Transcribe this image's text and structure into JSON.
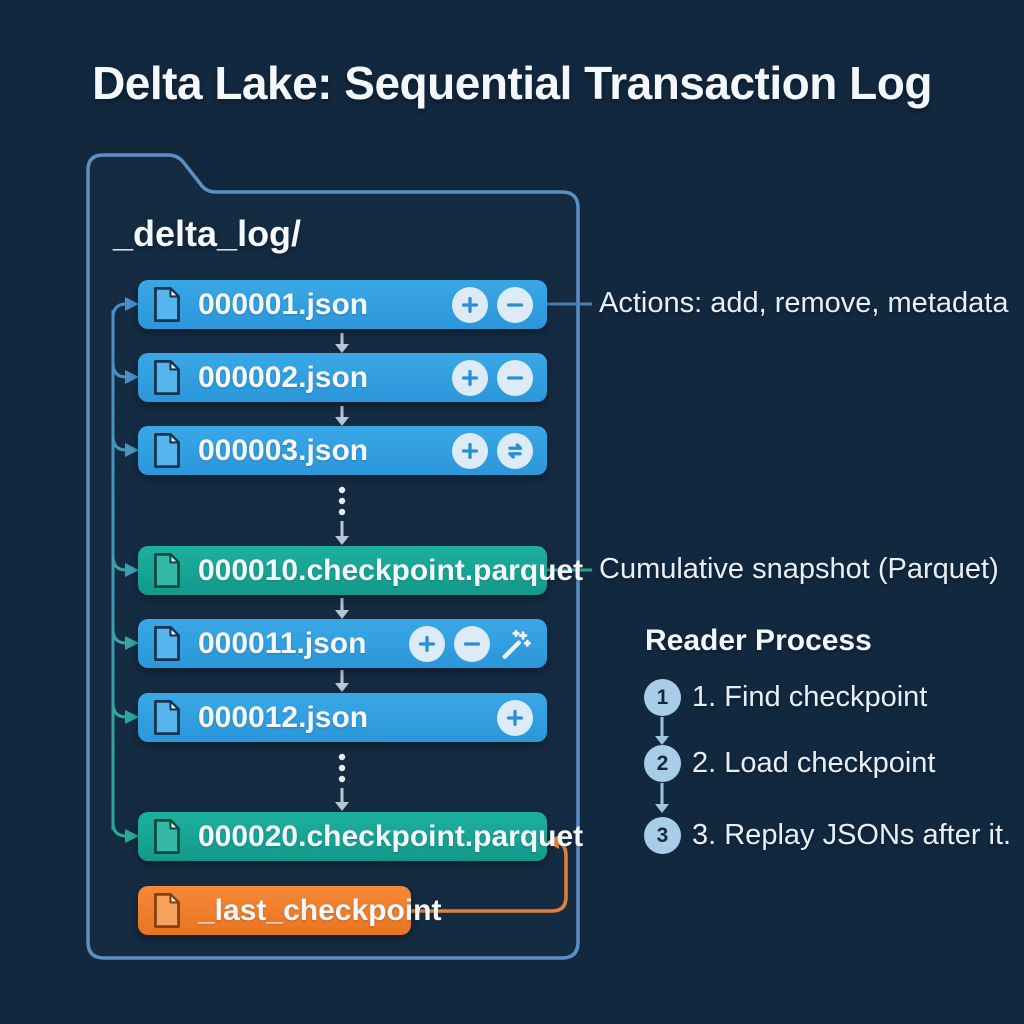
{
  "title": "Delta Lake: Sequential Transaction Log",
  "folder": {
    "label": "_delta_log/"
  },
  "files": [
    {
      "name": "000001.json",
      "type": "json",
      "icons": [
        "add",
        "remove"
      ]
    },
    {
      "name": "000002.json",
      "type": "json",
      "icons": [
        "add",
        "remove"
      ]
    },
    {
      "name": "000003.json",
      "type": "json",
      "icons": [
        "add",
        "swap"
      ]
    },
    {
      "name": "000010.checkpoint.parquet",
      "type": "checkpoint",
      "icons": []
    },
    {
      "name": "000011.json",
      "type": "json",
      "icons": [
        "add",
        "remove",
        "wand"
      ]
    },
    {
      "name": "000012.json",
      "type": "json",
      "icons": [
        "add"
      ]
    },
    {
      "name": "000020.checkpoint.parquet",
      "type": "checkpoint",
      "icons": []
    },
    {
      "name": "_last_checkpoint",
      "type": "pointer",
      "icons": []
    }
  ],
  "annotations": {
    "actions": "Actions: add, remove, metadata",
    "checkpoint": "Cumulative snapshot (Parquet)"
  },
  "reader_process": {
    "heading": "Reader Process",
    "steps": [
      {
        "num": "1",
        "label": "1. Find checkpoint"
      },
      {
        "num": "2",
        "label": "2. Load checkpoint"
      },
      {
        "num": "3",
        "label": "3. Replay JSONs after it."
      }
    ]
  },
  "colors": {
    "background": "#12283f",
    "json_bar": "#2d9fe0",
    "checkpoint_bar": "#17a394",
    "pointer_bar": "#ee7e2c",
    "folder_border": "#5d8fc4",
    "accent_orange": "#e0813a",
    "accent_blue": "#4d8ec6",
    "accent_teal": "#2aa79b",
    "step_circle": "#a9cde6",
    "text": "#eef3f8"
  }
}
